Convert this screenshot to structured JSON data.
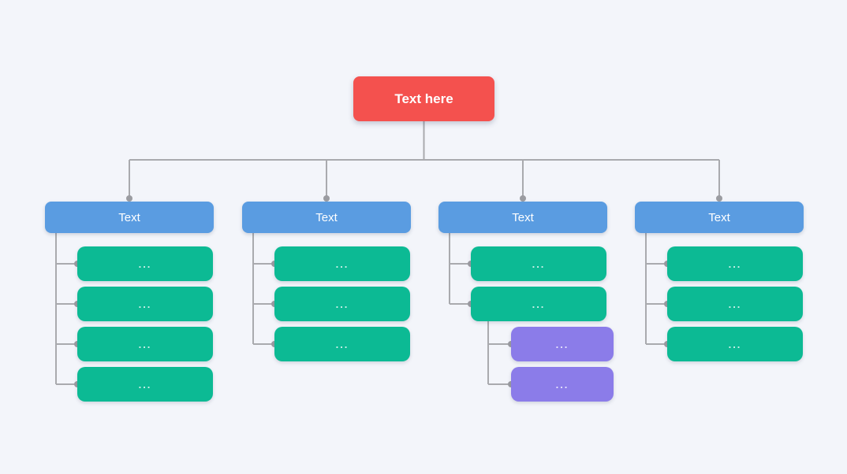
{
  "colors": {
    "background": "#f3f5fa",
    "root": "#f4514e",
    "branch": "#5a9ce1",
    "leaf": "#0cba94",
    "subleaf": "#8b7ce9",
    "connector": "#a9aaae",
    "connector_dot": "#9b9ca1"
  },
  "root": {
    "label": "Text here"
  },
  "branches": [
    {
      "label": "Text",
      "children": [
        {
          "label": "..."
        },
        {
          "label": "..."
        },
        {
          "label": "..."
        },
        {
          "label": "..."
        }
      ]
    },
    {
      "label": "Text",
      "children": [
        {
          "label": "..."
        },
        {
          "label": "..."
        },
        {
          "label": "..."
        }
      ]
    },
    {
      "label": "Text",
      "children": [
        {
          "label": "..."
        },
        {
          "label": "...",
          "children": [
            {
              "label": "..."
            },
            {
              "label": "..."
            }
          ]
        }
      ]
    },
    {
      "label": "Text",
      "children": [
        {
          "label": "..."
        },
        {
          "label": "..."
        },
        {
          "label": "..."
        }
      ]
    }
  ]
}
